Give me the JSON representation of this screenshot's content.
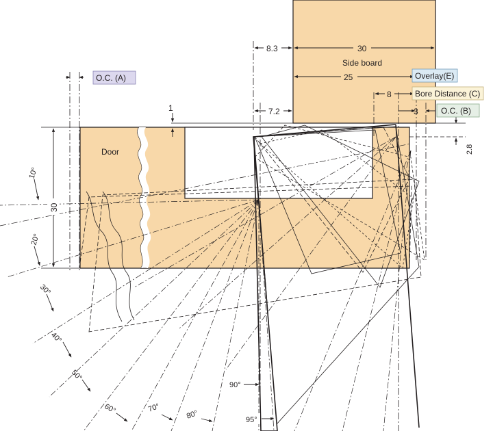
{
  "labels": {
    "side_board": "Side board",
    "door": "Door",
    "oc_a": "O.C. (A)",
    "oc_b": "O.C. (B)",
    "overlay": "Overlay(E)",
    "bore_distance": "Bore Distance (C)"
  },
  "dimensions": {
    "d_8_3": "8.3",
    "d_30_top": "30",
    "d_25": "25",
    "d_8": "8",
    "d_7_2": "7.2",
    "d_3": "3",
    "d_1": "1",
    "d_30_side": "30",
    "d_2_8": "2.8"
  },
  "angles": {
    "a10": "10°",
    "a20": "20°",
    "a30": "30°",
    "a40": "40°",
    "a50": "50°",
    "a60": "60°",
    "a70": "70°",
    "a80": "80°",
    "a90": "90°",
    "a95": "95°"
  },
  "colors": {
    "wood": "#f8d8a9",
    "line": "#231f20",
    "oc_a_box": "#dcd8ee",
    "oc_b_box": "#e6efe6",
    "overlay_box": "#dbeaf4",
    "bore_box": "#fbf3d8"
  }
}
